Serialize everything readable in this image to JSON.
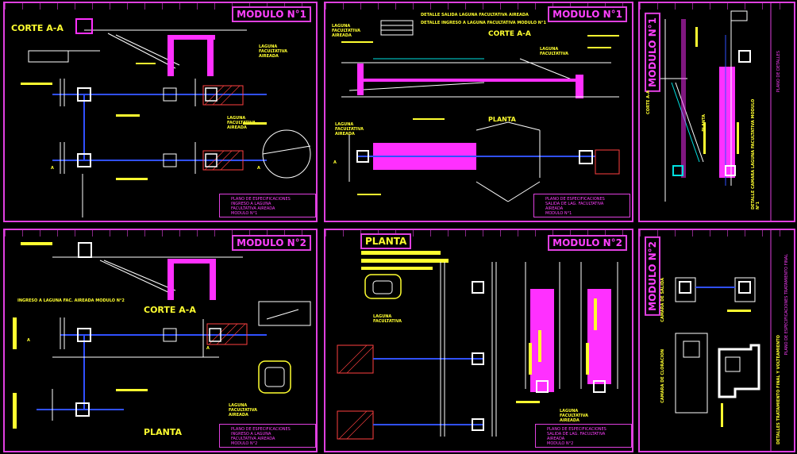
{
  "sheets": {
    "top_left": {
      "module": "MODULO N°1",
      "section": "CORTE A-A",
      "lagoon_label_1": "LAGUNA FACULTATIVA AIREADA",
      "lagoon_label_2": "LAGUNA FACULTATIVA AIREADA",
      "marker_a1": "A",
      "marker_a2": "A",
      "title_block": [
        "PLANO DE ESPECIFICACIONES",
        "INGRESO A LAGUNA",
        "FACULTATIVA AIREADA",
        "MODULO N°1"
      ]
    },
    "top_center": {
      "module": "MODULO N°1",
      "heading_1": "DETALLE SALIDA LAGUNA FACULTATIVA AIREADA",
      "heading_2": "DETALLE INGRESO A LAGUNA FACULTATIVA MODULO N°1",
      "section": "CORTE A-A",
      "plan": "PLANTA",
      "lagoon_left": "LAGUNA FACULTATIVA AIREADA",
      "lagoon_right": "LAGUNA FACULTATIVA",
      "lagoon_plan": "LAGUNA FACULTATIVA AIREADA",
      "marker_a": "A",
      "title_block": [
        "PLANO DE ESPECIFICACIONES",
        "SALIDA DE LAG. FACULTATIVA",
        "AIREADA",
        "MODULO N°1"
      ]
    },
    "top_right": {
      "module": "MODULO N°1",
      "corte": "CORTE A-A",
      "planta": "PLANTA",
      "side_text": "DETALLE CAMARA LAGUNA FACULTATIVA MODULO N°1",
      "title_block": "PLANO DE DETALLES"
    },
    "bottom_left": {
      "module": "MODULO N°2",
      "heading": "INGRESO A LAGUNA FAC. AIREADA MODULO N°2",
      "section": "CORTE A-A",
      "plan": "PLANTA",
      "lagoon": "LAGUNA FACULTATIVA AIREADA",
      "marker_a1": "A",
      "marker_a2": "A",
      "title_block": [
        "PLANO DE ESPECIFICACIONES",
        "INGRESO A LAGUNA",
        "FACULTATIVA AIREADA",
        "MODULO N°2"
      ]
    },
    "bottom_center": {
      "module": "MODULO N°2",
      "plan": "PLANTA",
      "lagoon_1": "LAGUNA FACULTATIVA",
      "lagoon_2": "LAGUNA FACULTATIVA AIREADA",
      "title_block": [
        "PLANO DE ESPECIFICACIONES",
        "SALIDA DE LAG. FACULTATIVA",
        "AIREADA",
        "MODULO N°2"
      ]
    },
    "bottom_right": {
      "module": "MODULO N°2",
      "camara_salida": "CAMARA DE SALIDA",
      "camara_cloracion": "CAMARA DE CLORACION",
      "side_text": "DETALLES TRATAMIENTO FINAL Y VOLTEAMIENTO",
      "title_block": "PLANO DE ESPECIFICACIONES TRATAMIENTO FINAL"
    }
  },
  "colors": {
    "frame": "#e040e0",
    "text": "#ffff30",
    "structure": "#ff30ff",
    "pipe": "#3050ff",
    "water": "#00e0e0",
    "line": "#ffffff",
    "hatch": "#ff4040"
  }
}
